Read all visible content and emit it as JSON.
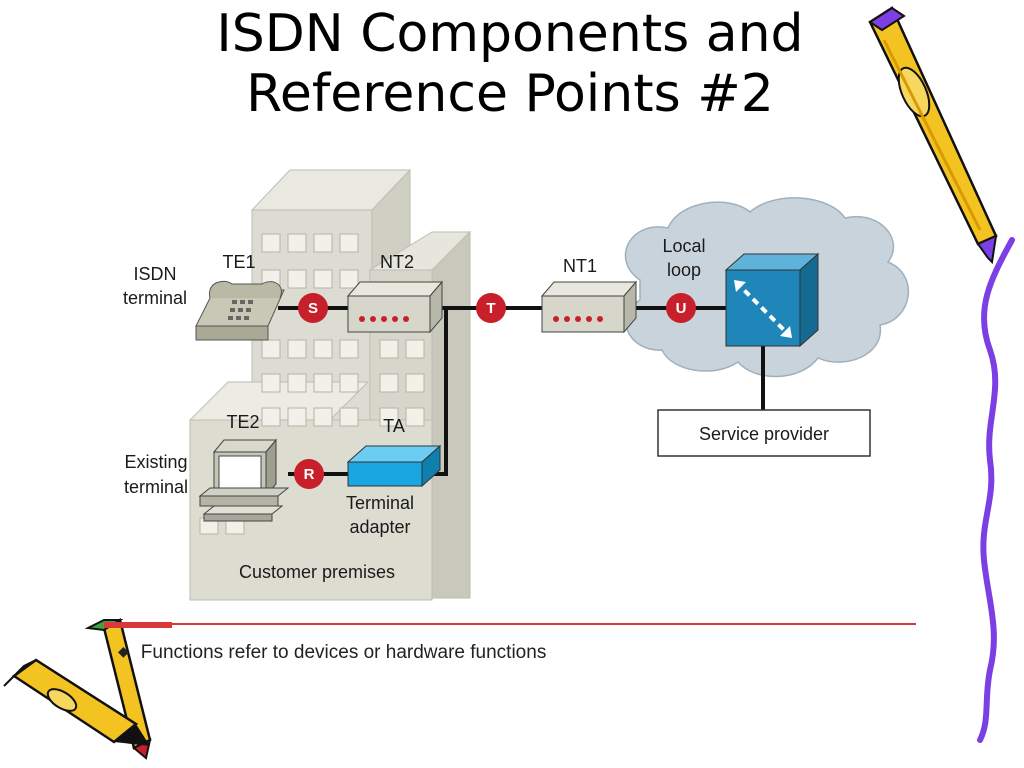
{
  "slide": {
    "title_line1": "ISDN Components and",
    "title_line2": "Reference Points #2",
    "bullet": "Functions refer to devices or hardware functions"
  },
  "diagram": {
    "labels": {
      "isdn_terminal_1": "ISDN",
      "isdn_terminal_2": "terminal",
      "te1": "TE1",
      "nt2": "NT2",
      "nt1": "NT1",
      "local_loop_1": "Local",
      "local_loop_2": "loop",
      "service_provider": "Service provider",
      "te2": "TE2",
      "ta": "TA",
      "existing_terminal_1": "Existing",
      "existing_terminal_2": "terminal",
      "terminal_adapter_1": "Terminal",
      "terminal_adapter_2": "adapter",
      "customer_premises": "Customer premises"
    },
    "reference_points": [
      "S",
      "T",
      "U",
      "R"
    ],
    "colors": {
      "reference_point": "#c8202a",
      "building": "#dcdcd0",
      "cloud": "#c9d3dc",
      "switch": "#1e86b8",
      "ta_device": "#1aa6e0",
      "accent_rule": "#d63a3a"
    }
  }
}
